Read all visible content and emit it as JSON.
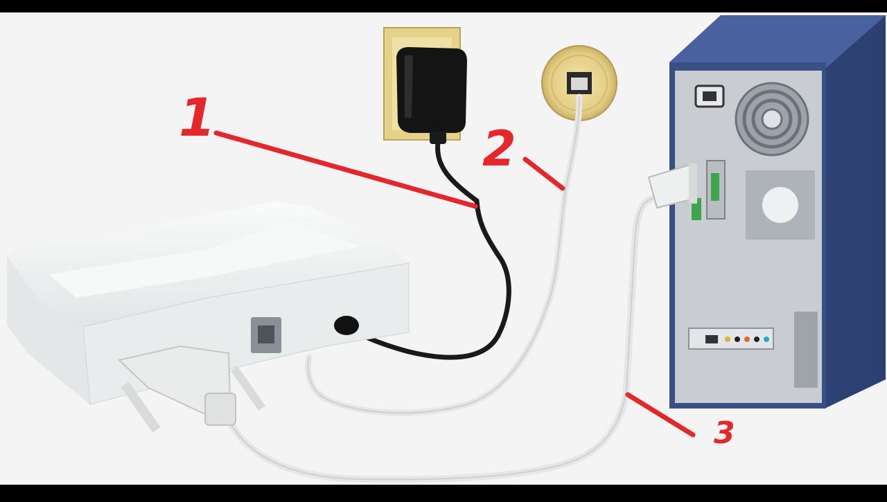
{
  "callouts": [
    {
      "label": "1",
      "points_to": "power-adapter-cable"
    },
    {
      "label": "2",
      "points_to": "phone-line-cable"
    },
    {
      "label": "3",
      "points_to": "serial-cable-to-pc"
    }
  ],
  "colors": {
    "frame": "#000000",
    "background": "#f4f4f4",
    "callout": "#e5262b",
    "modem_body": "#eceeee",
    "pc_tower": "#3a4f86",
    "pc_panel": "#c9cdd2",
    "wall_plate": "#e6d189",
    "adapter": "#141414",
    "power_cable": "#1a1a1a",
    "white_cable": "#e9ebea"
  }
}
